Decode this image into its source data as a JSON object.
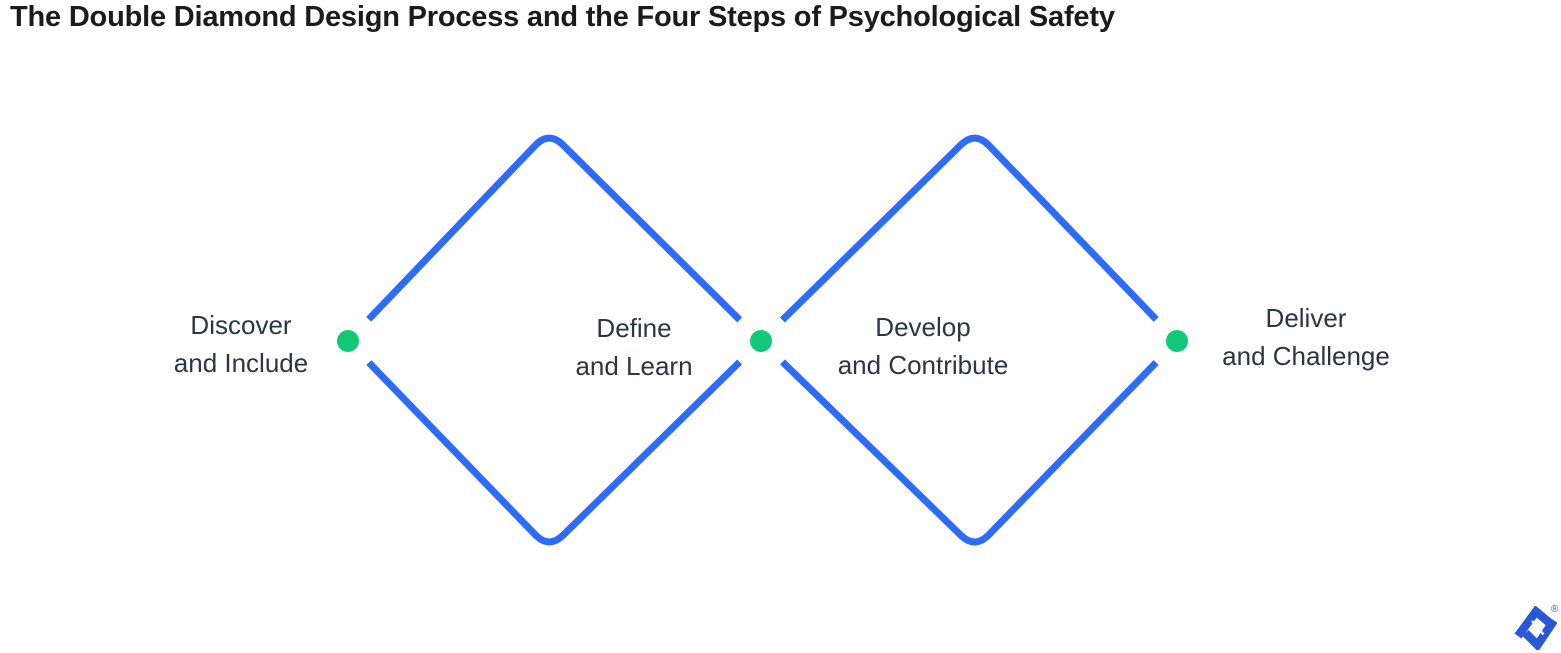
{
  "title": "The Double Diamond Design Process and the Four Steps of Psychological Safety",
  "diagram": {
    "type": "double-diamond-process",
    "stages": [
      {
        "id": "discover",
        "line1": "Discover",
        "line2": "and Include"
      },
      {
        "id": "define",
        "line1": "Define",
        "line2": "and Learn"
      },
      {
        "id": "develop",
        "line1": "Develop",
        "line2": "and Contribute"
      },
      {
        "id": "deliver",
        "line1": "Deliver",
        "line2": "and Challenge"
      }
    ],
    "nodes": {
      "count": 3,
      "positions": [
        "left-vertex",
        "center-vertex",
        "right-vertex"
      ]
    },
    "colors": {
      "diamond_stroke": "#2e6bf7",
      "node_fill": "#10c875",
      "label_text": "#2b3645",
      "title_text": "#1b1b1d",
      "logo_blue": "#2a57d5",
      "background": "#ffffff"
    }
  },
  "logo": {
    "name": "toptal",
    "registered_mark": "®"
  }
}
